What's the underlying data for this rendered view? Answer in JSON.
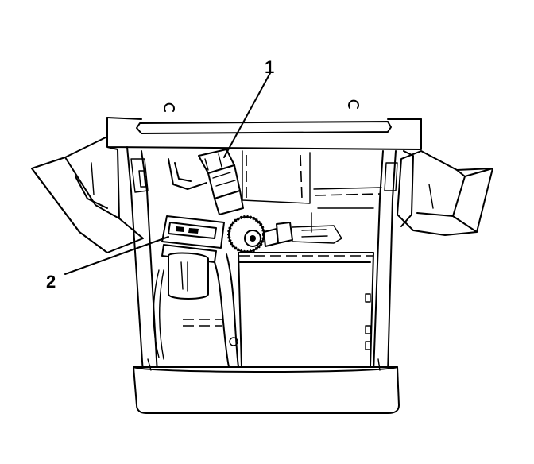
{
  "callouts": [
    {
      "id": "1",
      "text": "1"
    },
    {
      "id": "2",
      "text": "2"
    }
  ],
  "colors": {
    "ink": "#000000",
    "background": "#ffffff"
  }
}
